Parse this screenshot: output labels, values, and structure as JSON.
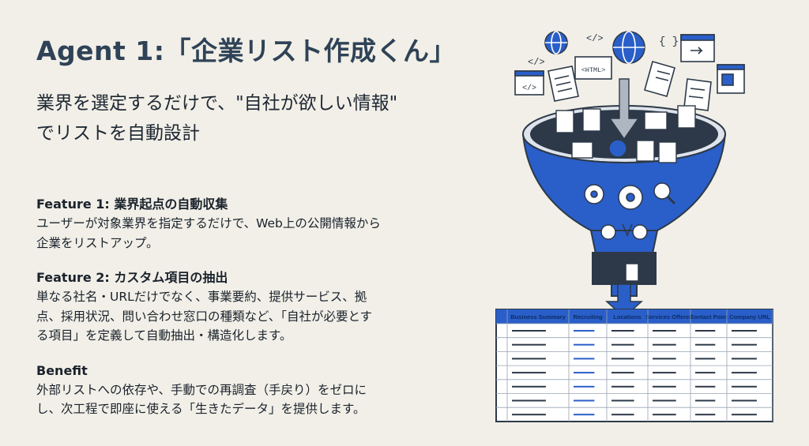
{
  "title": "Agent 1:「企業リスト作成くん」",
  "subtitle_line1": "業界を選定するだけで、\"自社が欲しい情報\"",
  "subtitle_line2": "でリストを自動設計",
  "features": [
    {
      "heading": "Feature 1: 業界起点の自動収集",
      "body": [
        "ユーザーが対象業界を指定するだけで、Web上の公開情報から",
        "企業をリストアップ。"
      ]
    },
    {
      "heading": "Feature 2: カスタム項目の抽出",
      "body": [
        "単なる社名・URLだけでなく、事業要約、提供サービス、拠",
        "点、採用状況、問い合わせ窓口の種類など、「自社が必要とす",
        "る項目」を定義して自動抽出・構造化します。"
      ]
    },
    {
      "heading": "Benefit",
      "body": [
        "外部リストへの依存や、手動での再調査（手戻り）をゼロに",
        "し、次工程で即座に使える「生きたデータ」を提供します。"
      ]
    }
  ],
  "illustration": {
    "icon_labels": {
      "html": "<HTML>",
      "code": "</>",
      "braces": "{ }"
    },
    "table_headers": [
      "Business Summary",
      "Recruiting",
      "Locations",
      "Services Offered",
      "Contact Point",
      "Company URL"
    ],
    "colors": {
      "accent": "#2a5fc9",
      "dark": "#2d3948",
      "bg": "#f1efe7"
    }
  }
}
